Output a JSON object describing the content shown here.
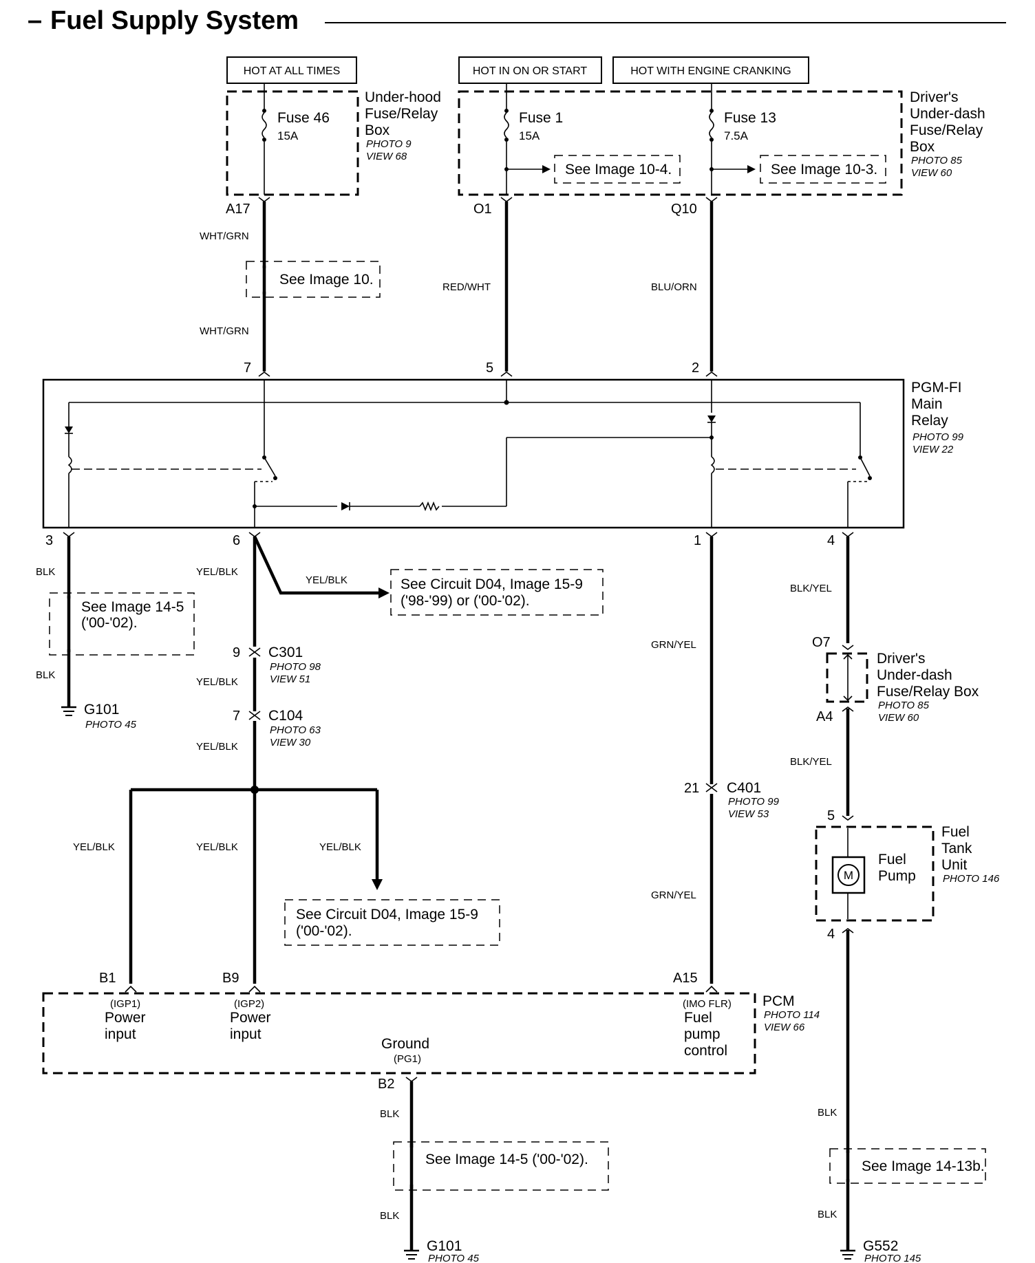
{
  "title": "Fuel Supply System",
  "hot_labels": [
    "HOT AT ALL TIMES",
    "HOT IN ON OR START",
    "HOT WITH ENGINE CRANKING"
  ],
  "underhood_box": {
    "name_lines": [
      "Under-hood",
      "Fuse/Relay",
      "Box"
    ],
    "photo": "PHOTO 9",
    "view": "VIEW 68",
    "fuse_name": "Fuse 46",
    "fuse_rating": "15A",
    "pin": "A17"
  },
  "driver_box": {
    "name_lines": [
      "Driver's",
      "Under-dash",
      "Fuse/Relay",
      "Box"
    ],
    "photo": "PHOTO 85",
    "view": "VIEW 60",
    "fuse1_name": "Fuse 1",
    "fuse1_rating": "15A",
    "fuse1_ref": "See Image 10-4.",
    "fuse1_pin": "O1",
    "fuse13_name": "Fuse 13",
    "fuse13_rating": "7.5A",
    "fuse13_ref": "See Image 10-3.",
    "fuse13_pin": "Q10"
  },
  "wire_colors": {
    "wht_grn": "WHT/GRN",
    "red_wht": "RED/WHT",
    "blu_orn": "BLU/ORN",
    "blk": "BLK",
    "yel_blk": "YEL/BLK",
    "grn_yel": "GRN/YEL",
    "blk_yel": "BLK/YEL"
  },
  "refs": {
    "image10": "See Image 10.",
    "d04_top_line1": "See Circuit D04, Image 15-9",
    "d04_top_line2": "('98-'99) or ('00-'02).",
    "image14_5_line1": "See Image 14-5",
    "image14_5_line2": "('00-'02).",
    "d04_mid_line1": "See Circuit D04, Image 15-9",
    "d04_mid_line2": "('00-'02).",
    "image14_5_bottom": "See Image 14-5 ('00-'02).",
    "image14_13b": "See Image 14-13b."
  },
  "relay": {
    "name_lines": [
      "PGM-FI",
      "Main",
      "Relay"
    ],
    "photo": "PHOTO 99",
    "view": "VIEW 22",
    "pins_top": [
      "7",
      "5",
      "2"
    ],
    "pins_bottom": [
      "3",
      "6",
      "1",
      "4"
    ]
  },
  "connectors": {
    "c301": {
      "name": "C301",
      "pin": "9",
      "photo": "PHOTO 98",
      "view": "VIEW 51"
    },
    "c104": {
      "name": "C104",
      "pin": "7",
      "photo": "PHOTO 63",
      "view": "VIEW 30"
    },
    "c401": {
      "name": "C401",
      "pin": "21",
      "photo": "PHOTO 99",
      "view": "VIEW 53"
    }
  },
  "grounds": {
    "g101_top": {
      "name": "G101",
      "photo": "PHOTO 45"
    },
    "g101_bottom": {
      "name": "G101",
      "photo": "PHOTO 45"
    },
    "g552": {
      "name": "G552",
      "photo": "PHOTO 145"
    }
  },
  "driver_box2": {
    "name_lines": [
      "Driver's",
      "Under-dash",
      "Fuse/Relay Box"
    ],
    "photo": "PHOTO 85",
    "view": "VIEW 60",
    "pin_top": "O7",
    "pin_bottom": "A4"
  },
  "fuel_tank": {
    "name_lines": [
      "Fuel",
      "Tank",
      "Unit"
    ],
    "photo": "PHOTO 146",
    "pump_lines": [
      "Fuel",
      "Pump"
    ],
    "motor": "M",
    "pin_top": "5",
    "pin_bottom": "4"
  },
  "pcm": {
    "name": "PCM",
    "photo": "PHOTO 114",
    "view": "VIEW 66",
    "b1": {
      "pin": "B1",
      "sig": "(IGP1)",
      "line1": "Power",
      "line2": "input"
    },
    "b9": {
      "pin": "B9",
      "sig": "(IGP2)",
      "line1": "Power",
      "line2": "input"
    },
    "a15": {
      "pin": "A15",
      "sig": "(IMO FLR)",
      "line1": "Fuel",
      "line2": "pump",
      "line3": "control"
    },
    "ground": {
      "label": "Ground",
      "sig": "(PG1)",
      "pin": "B2"
    }
  }
}
